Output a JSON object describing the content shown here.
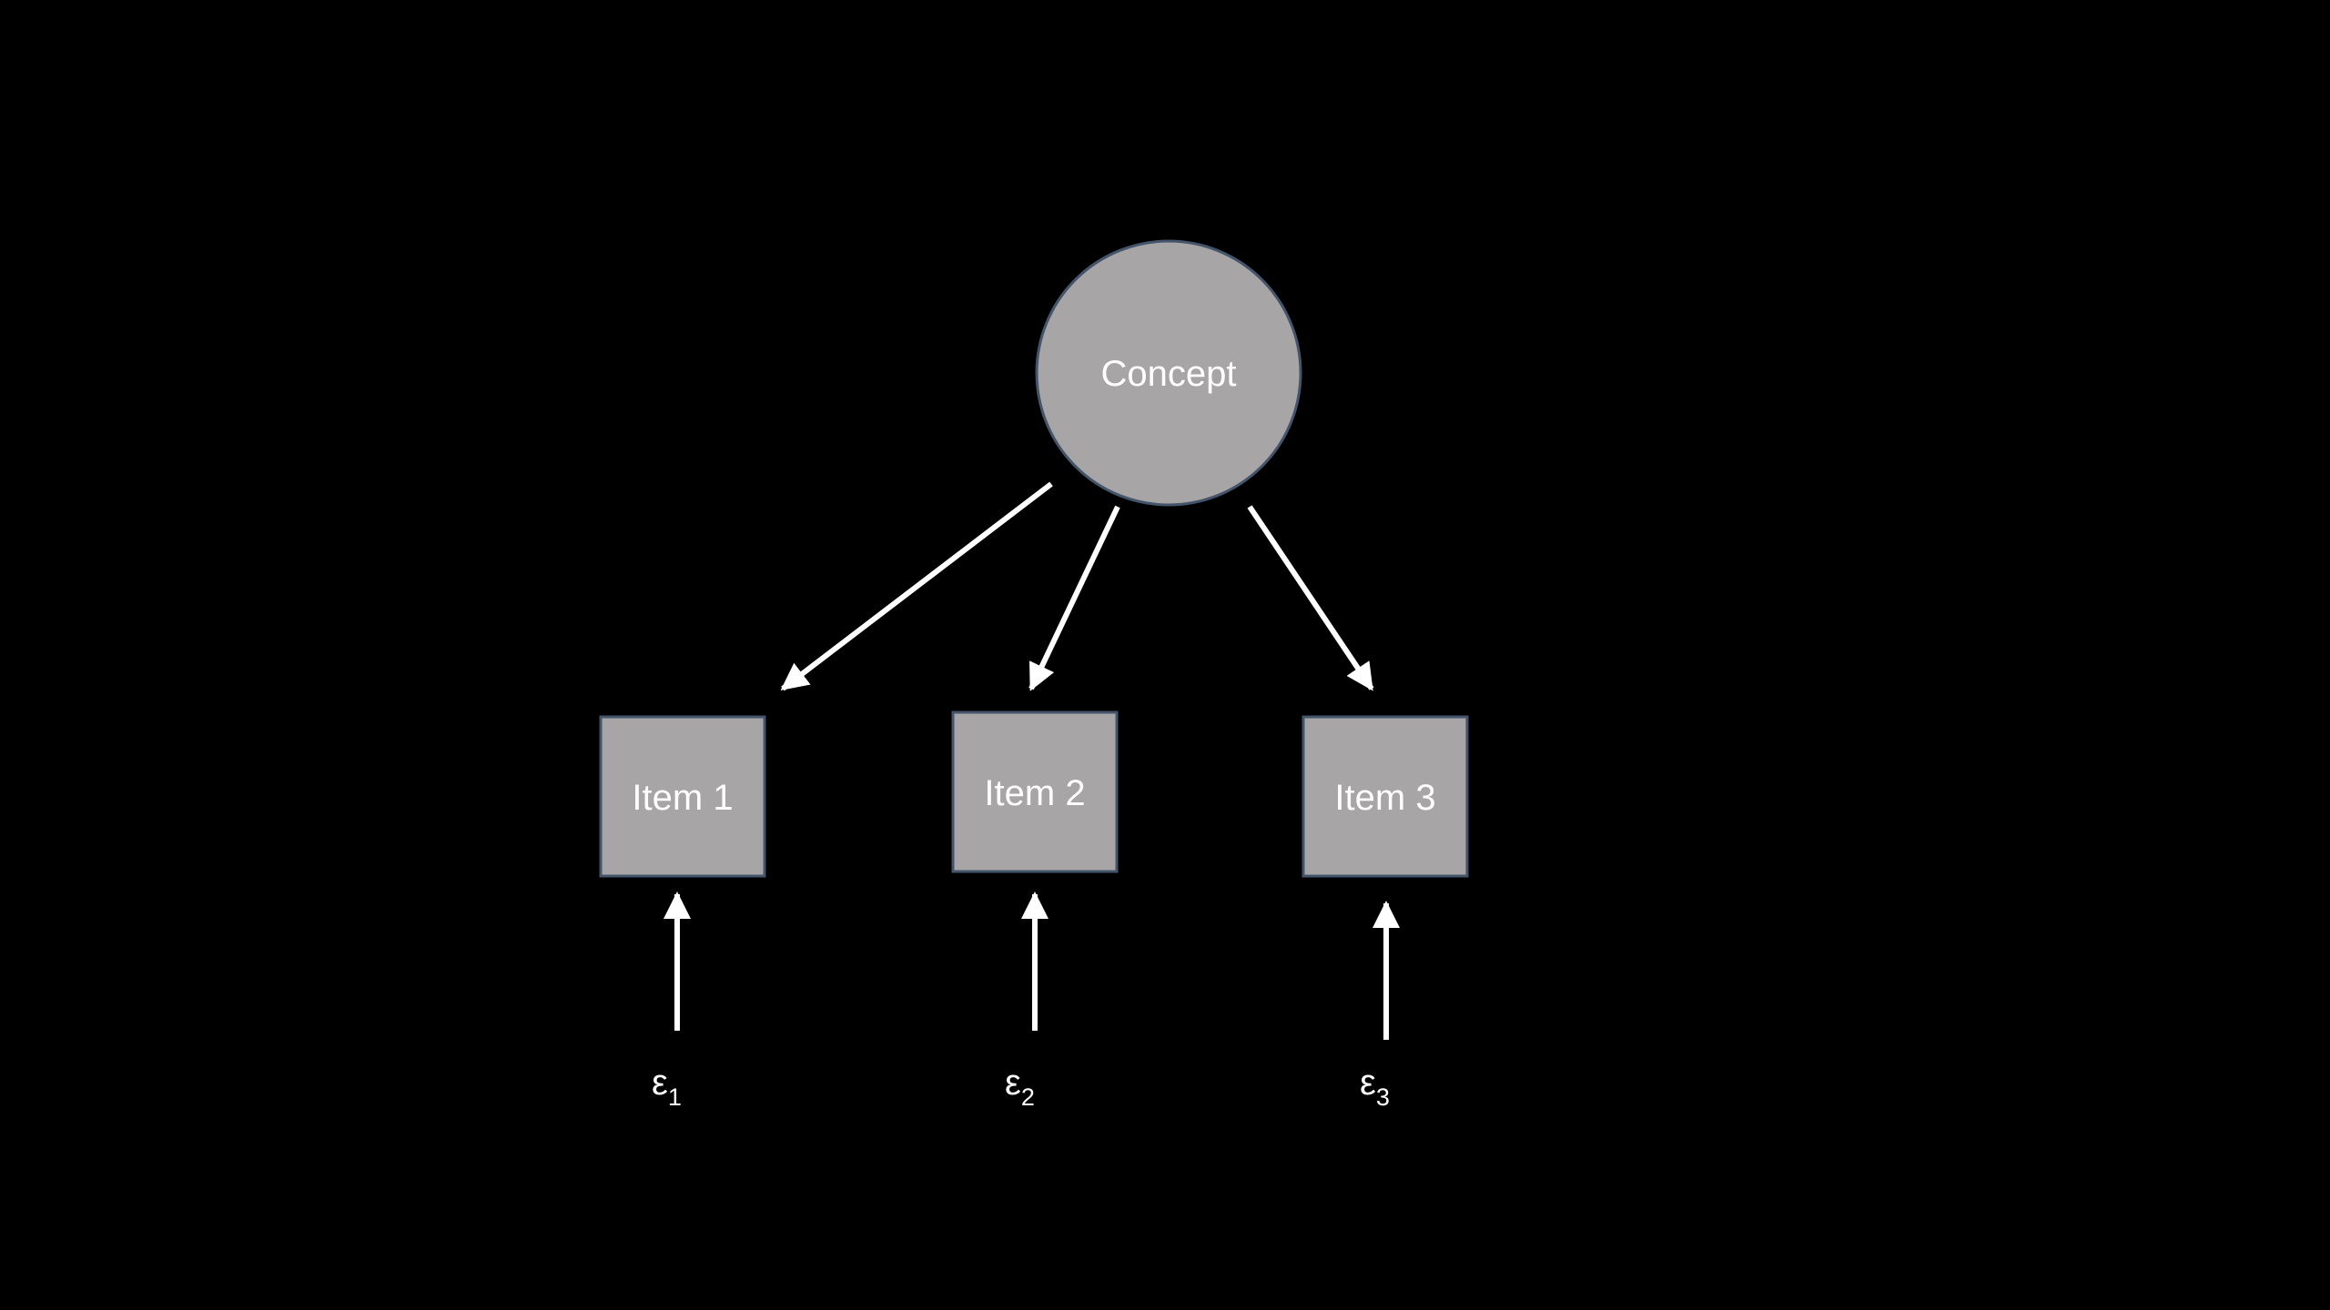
{
  "diagram": {
    "concept": {
      "label": "Concept"
    },
    "items": [
      {
        "label": "Item 1"
      },
      {
        "label": "Item 2"
      },
      {
        "label": "Item 3"
      }
    ],
    "errors": [
      {
        "symbol": "ε",
        "subscript": "1"
      },
      {
        "symbol": "ε",
        "subscript": "2"
      },
      {
        "symbol": "ε",
        "subscript": "3"
      }
    ],
    "colors": {
      "background": "#000000",
      "shape_fill": "#a7a5a6",
      "shape_stroke": "#44546a",
      "arrow": "#ffffff",
      "text": "#ffffff"
    }
  }
}
